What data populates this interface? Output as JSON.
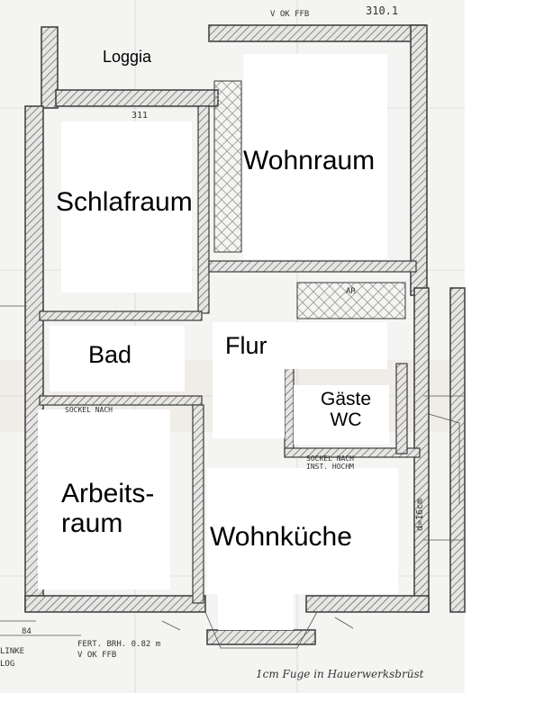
{
  "rooms": {
    "loggia": "Loggia",
    "schlafraum": "Schlafraum",
    "wohnraum": "Wohnraum",
    "bad": "Bad",
    "flur": "Flur",
    "gaeste_wc": "Gäste\nWC",
    "arbeitsraum": "Arbeits-\nraum",
    "wohnkueche": "Wohnküche"
  },
  "annotations": {
    "top_sill": "V OK FFB",
    "bottom_sill_1": "FERT. BRH. 0.82 m",
    "bottom_sill_2": "V OK FFB",
    "room_no": "310.1",
    "room_no_2": "311",
    "sockel_1": "SOCKEL NACH",
    "sockel_2": "SOCKEL NACH",
    "sockel_3": "INST. HOCHM",
    "dim_16cm": "d=16cm",
    "dim_84": "84",
    "linke": "LINKE",
    "log": "LOG",
    "ar": "AR",
    "fuge_note": "1cm Fuge in Hauerwerksbrüst"
  },
  "colors": {
    "paper": "#f4f4f2",
    "wall_line": "#3a3a3a",
    "hatch": "#555555",
    "label_box": "#ffffff"
  }
}
